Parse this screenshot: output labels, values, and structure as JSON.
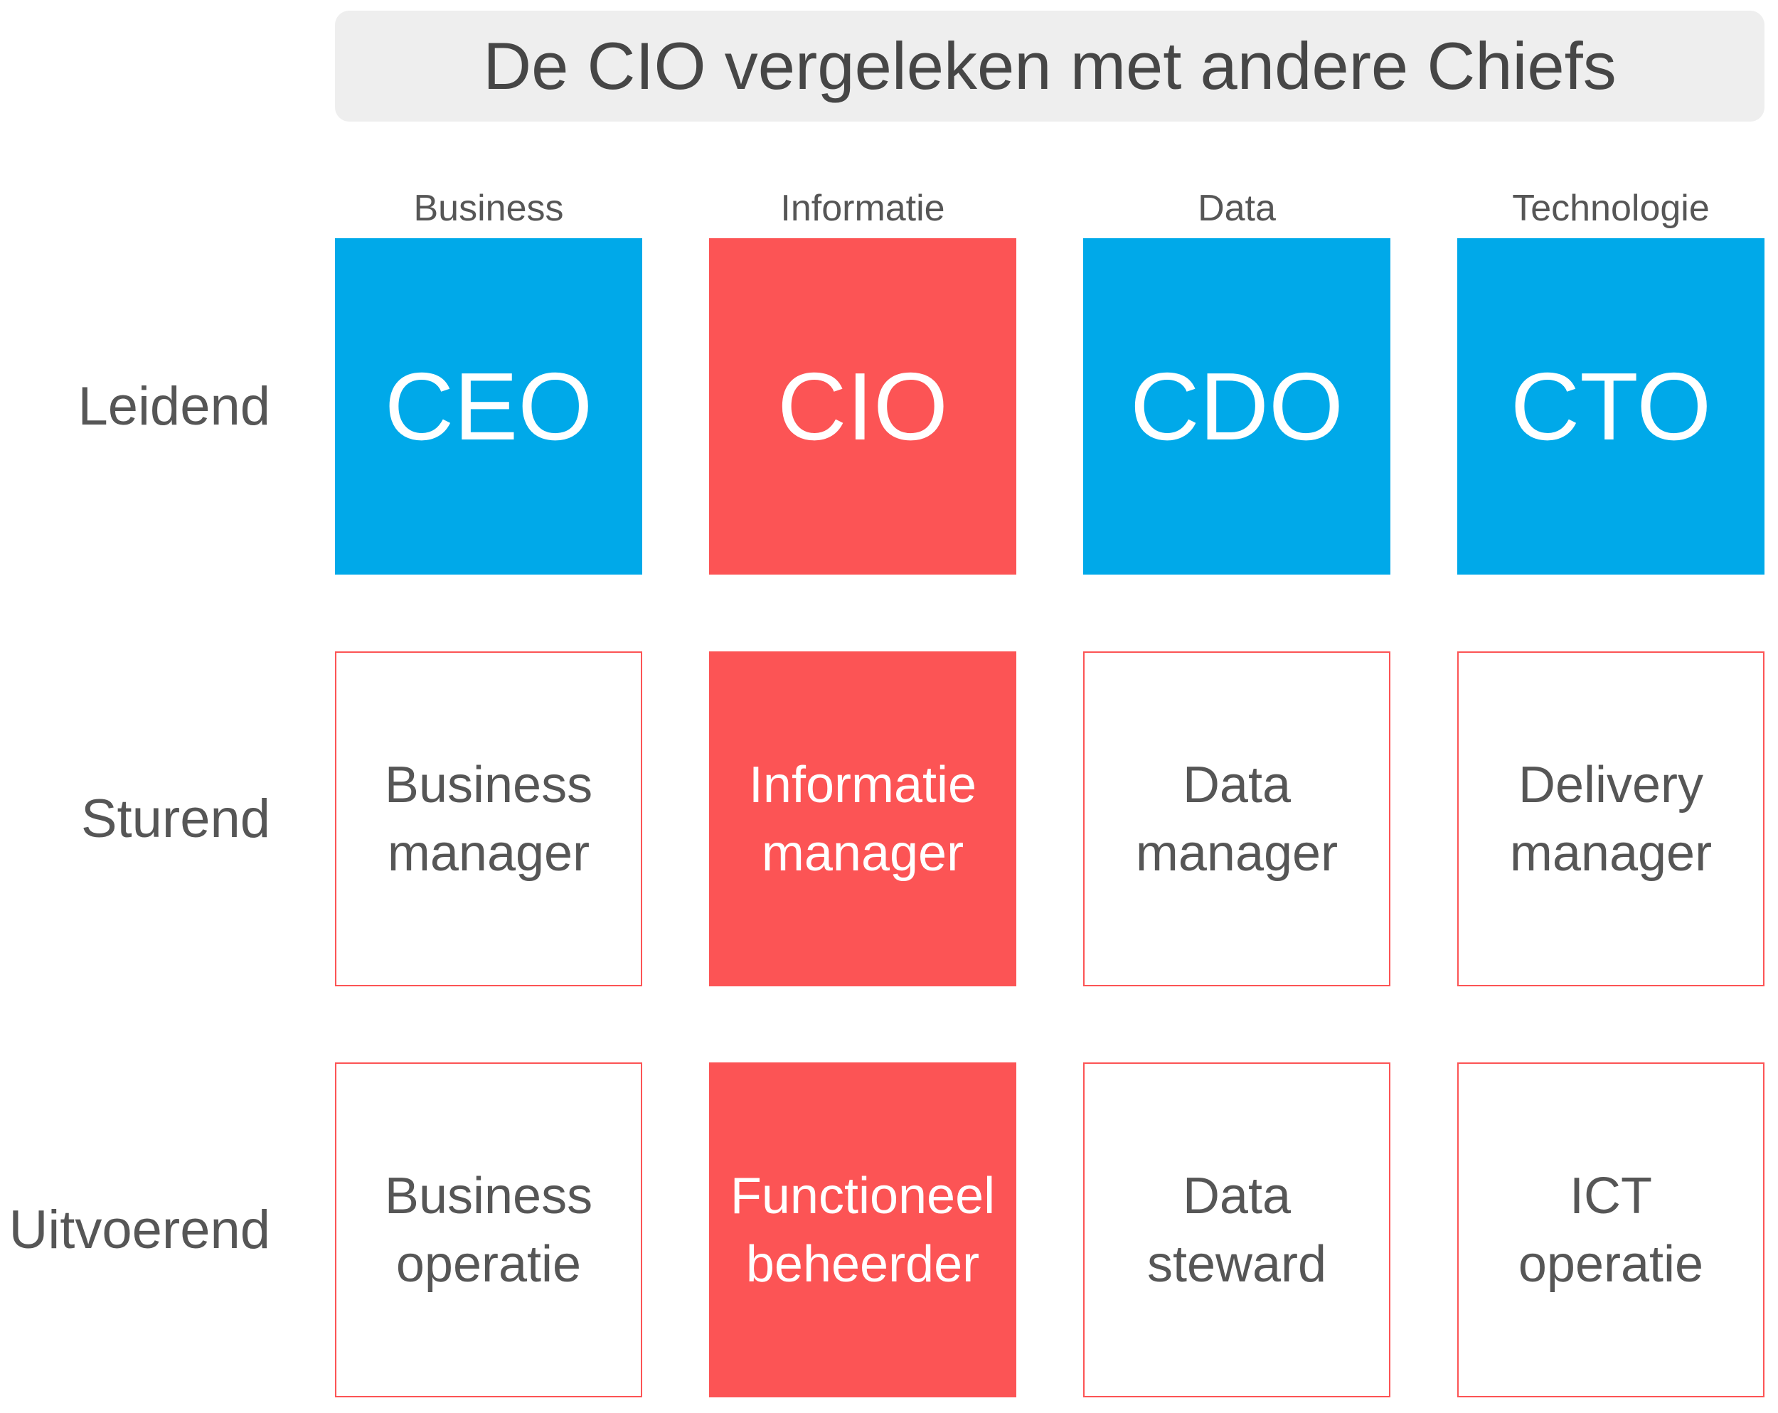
{
  "title": "De CIO vergeleken met andere Chiefs",
  "row_labels": [
    "Leidend",
    "Sturend",
    "Uitvoerend"
  ],
  "columns": [
    {
      "header": "Business",
      "leidend": "CEO",
      "sturend": "Business\nmanager",
      "uitvoerend": "Business\noperatie"
    },
    {
      "header": "Informatie",
      "leidend": "CIO",
      "sturend": "Informatie\nmanager",
      "uitvoerend": "Functioneel\nbeheerder"
    },
    {
      "header": "Data",
      "leidend": "CDO",
      "sturend": "Data\nmanager",
      "uitvoerend": "Data\nsteward"
    },
    {
      "header": "Technologie",
      "leidend": "CTO",
      "sturend": "Delivery\nmanager",
      "uitvoerend": "ICT\noperatie"
    }
  ],
  "highlight_column": "Informatie",
  "colors": {
    "blue": "#00A9E9",
    "red": "#FC5455",
    "title_bg": "#EEEEEE",
    "title_text": "#464646",
    "text_dark": "#565656",
    "box_text_light": "#FFFFFF"
  }
}
